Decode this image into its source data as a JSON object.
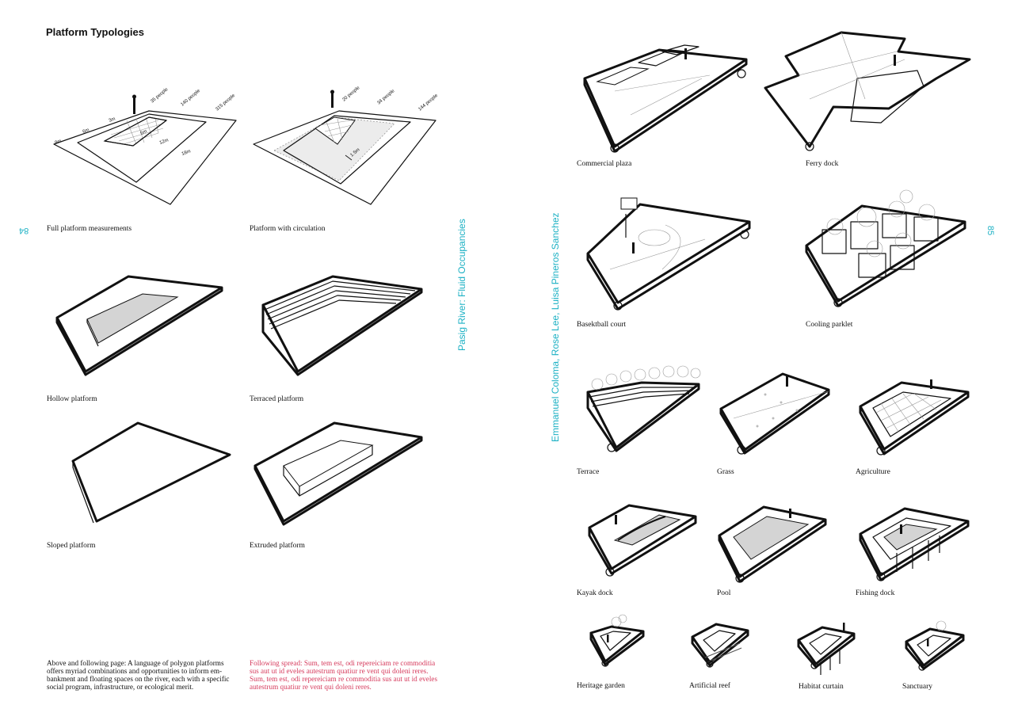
{
  "title": "Platform Typologies",
  "page_numbers": {
    "left": "84",
    "right": "85"
  },
  "vertical_text": {
    "running_title": "Pasig River: Fluid Occupancies",
    "authors": "Emmanuel Coloma, Rose Lee, Luisa Pineros Sanchez"
  },
  "left_captions": {
    "full": "Full platform measurements",
    "circulation": "Platform with circulation",
    "hollow": "Hollow platform",
    "terraced": "Terraced platform",
    "sloped": "Sloped platform",
    "extruded": "Extruded platform"
  },
  "dimensions_full": {
    "d3": "3m",
    "d6": "6m",
    "d9": "9m",
    "w6": "6m",
    "w12": "12m",
    "w18": "18m",
    "p35": "35 people",
    "p140": "140 people",
    "p315": "315 people"
  },
  "dimensions_circ": {
    "p20": "20 people",
    "p34": "34 people",
    "p144": "144 people",
    "c15": "1.5m"
  },
  "right_captions": {
    "commercial": "Commercial plaza",
    "ferry": "Ferry dock",
    "basketball": "Basektball court",
    "cooling": "Cooling parklet",
    "terrace": "Terrace",
    "grass": "Grass",
    "agriculture": "Agriculture",
    "kayak": "Kayak dock",
    "pool": "Pool",
    "fishing": "Fishing dock",
    "heritage": "Heritage garden",
    "reef": "Artificial reef",
    "habitat": "Habitat curtain",
    "sanctuary": "Sanctuary"
  },
  "body_text": "Above and following page: A language of polygon platforms offers myriad combinations and opportunities to inform em-bankment and floating spaces on the river, each with a specific social program, infrastructure, or ecological merit.",
  "following_text": "Following spread: Sum, tem est, odi repereiciam re commoditia sus aut ut id eveles autestrum quatiur re vent qui doleni reres. Sum, tem est, odi repereiciam re commoditia sus aut ut id eveles autestrum quatiur re vent qui doleni reres."
}
